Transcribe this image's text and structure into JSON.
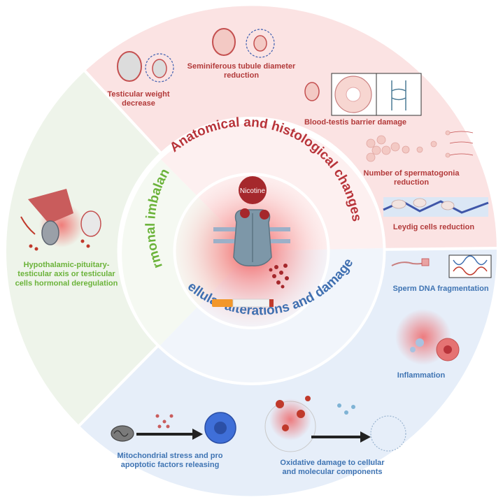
{
  "colors": {
    "anatomical": "#b8343a",
    "hormonal": "#6bb33a",
    "cellular": "#3f6fb0",
    "anatomical_bg": "#fbe3e3",
    "hormonal_bg": "#eef4ea",
    "cellular_bg": "#e6eef9"
  },
  "center": {
    "agent": "Nicotine"
  },
  "categories": {
    "anatomical": "Anatomical and histological changes",
    "hormonal": "Hormonal imbalance",
    "cellular": "Cellular alterations and damages"
  },
  "effects": {
    "testicular_weight": [
      "Testicular weight",
      "decrease"
    ],
    "seminiferous": [
      "Seminiferous tubule diameter",
      "reduction"
    ],
    "blood_testis": [
      "Blood-testis barrier damage"
    ],
    "spermatogonia": [
      "Number of spermatogonia",
      "reduction"
    ],
    "leydig": [
      "Leydig cells reduction"
    ],
    "hpt_axis": [
      "Hypothalamic-pituitary-",
      "testicular axis or testicular",
      "cells hormonal deregulation"
    ],
    "dna_fragmentation": [
      "Sperm DNA fragmentation"
    ],
    "inflammation": [
      "Inflammation"
    ],
    "oxidative": [
      "Oxidative damage to cellular",
      "and molecular components"
    ],
    "mitochondrial": [
      "Mitochondrial stress and pro",
      "apoptotic factors releasing"
    ]
  },
  "icons": [
    "testis-icon",
    "tubule-cross-section-icon",
    "sperm-icon",
    "dna-icon",
    "cigarette-icon",
    "nicotinic-receptor-icon",
    "mitochondrion-icon",
    "macrophage-icon",
    "cell-icon"
  ]
}
